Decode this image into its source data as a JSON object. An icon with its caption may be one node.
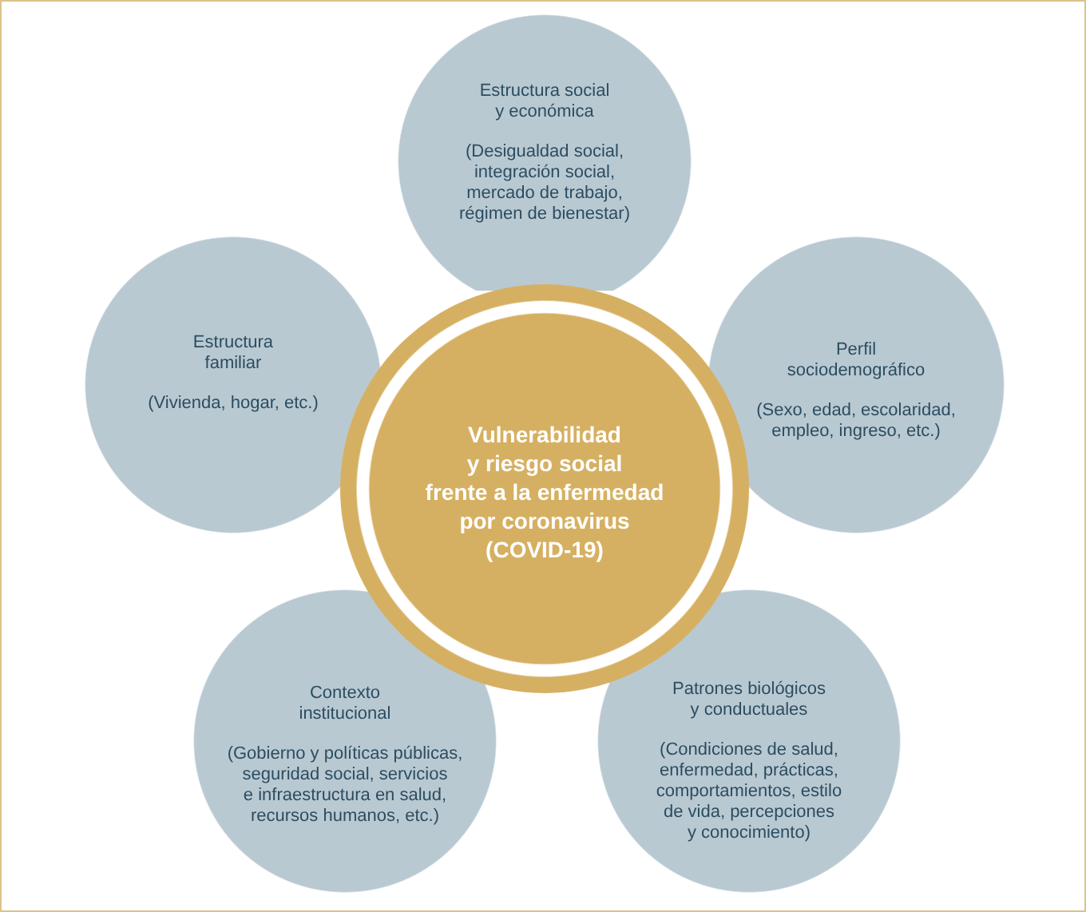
{
  "diagram": {
    "nodes": [
      {
        "text": [
          "Vulnerabilidad y riesgo social frente a la enfermedad por coronavirus (COVID-19)"
        ]
      },
      {
        "text": [
          "Estructura social y económica",
          "(Desigualdad social, integración social, mercado de trabajo, régimen de bienestar)"
        ]
      },
      {
        "text": [
          "Estructura familiar",
          "(Vivienda, hogar, etc.)"
        ]
      },
      {
        "text": [
          "Perfil sociodemográfico",
          "(Sexo, edad, escolaridad, empleo, ingreso, etc.)"
        ]
      },
      {
        "text": [
          "Contexto institucional",
          "(Gobierno y políticas públicas, seguridad social, servicios e infraestructura en salud, recursos humanos, etc.)"
        ]
      },
      {
        "text": [
          "Patrones biológicos y conductuales",
          "(Condiciones de salud, enfermedad, prácticas, comportamientos, estilo de vida, percepciones y conocimiento)"
        ]
      }
    ]
  }
}
